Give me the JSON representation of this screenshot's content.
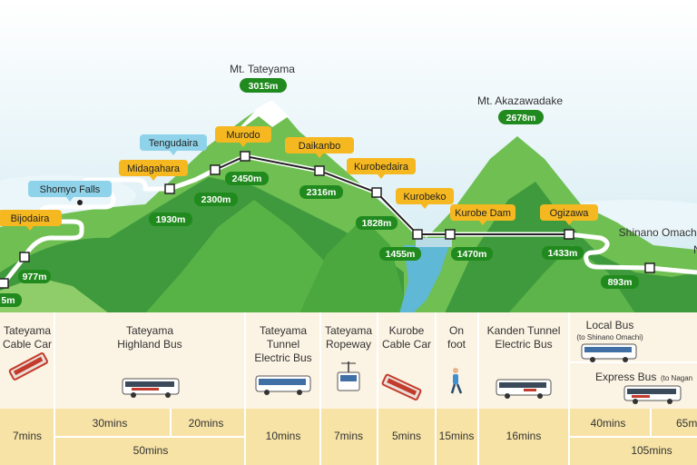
{
  "peaks": [
    {
      "name": "Mt. Tateyama",
      "elev": "3015m"
    },
    {
      "name": "Mt. Akazawadake",
      "elev": "2678m"
    }
  ],
  "stations": [
    {
      "name": "",
      "elev": "5m"
    },
    {
      "name": "Bijodaira",
      "elev": "977m"
    },
    {
      "name": "Shomyo Falls",
      "elev": ""
    },
    {
      "name": "Midagahara",
      "elev": "1930m"
    },
    {
      "name": "Tengudaira",
      "elev": "2300m"
    },
    {
      "name": "Murodo",
      "elev": "2450m"
    },
    {
      "name": "Daikanbo",
      "elev": "2316m"
    },
    {
      "name": "Kurobedaira",
      "elev": "1828m"
    },
    {
      "name": "Kurobeko",
      "elev": "1455m"
    },
    {
      "name": "Kurobe Dam",
      "elev": "1470m"
    },
    {
      "name": "Ogizawa",
      "elev": "1433m"
    },
    {
      "name": "Shinano Omachi",
      "elev": "893m"
    }
  ],
  "edge_marker": "N",
  "segments": {
    "s1": {
      "l1": "Tateyama",
      "l2": "Cable Car",
      "time": "7mins"
    },
    "s2": {
      "l1": "Tateyama",
      "l2": "Highland Bus",
      "time_a": "30mins",
      "time_b": "20mins",
      "time_total": "50mins"
    },
    "s3": {
      "l1": "Tateyama",
      "l2": "Tunnel",
      "l3": "Electric Bus",
      "time": "10mins"
    },
    "s4": {
      "l1": "Tateyama",
      "l2": "Ropeway",
      "time": "7mins"
    },
    "s5": {
      "l1": "Kurobe",
      "l2": "Cable Car",
      "time": "5mins"
    },
    "s6": {
      "l1": "On",
      "l2": "foot",
      "time": "15mins"
    },
    "s7": {
      "l1": "Kanden Tunnel",
      "l2": "Electric Bus",
      "time": "16mins"
    },
    "s8": {
      "local": "Local Bus",
      "local_sub": "(to Shinano Omachi)",
      "express": "Express Bus",
      "express_sub": "(to Nagan",
      "time_a": "40mins",
      "time_b": "65m",
      "time_total": "105mins"
    }
  },
  "colors": {
    "sky": "#d9eff4",
    "mountain_dark": "#3e9a3c",
    "mountain_mid": "#5cb44a",
    "mountain_light": "#8fcd6a",
    "stop_label": "#f5b820",
    "stop_label_blue": "#8fd3ea",
    "elev_badge": "#218a1e",
    "panel": "#fbf3e3",
    "time_band": "#f7e3a6",
    "water": "#5fb8d6"
  }
}
